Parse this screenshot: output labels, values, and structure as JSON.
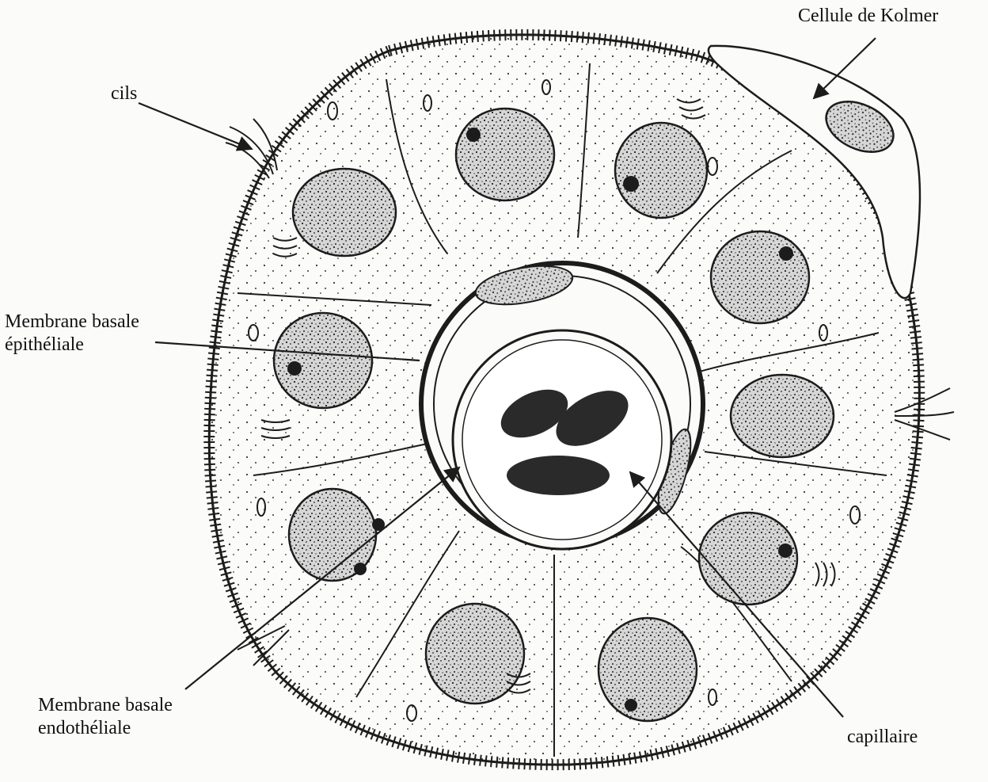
{
  "labels": {
    "cils": "cils",
    "kolmer": "Cellule de Kolmer",
    "membrane_epitheliale": [
      "Membrane basale",
      "épithéliale"
    ],
    "membrane_endotheliale": [
      "Membrane basale",
      "endothéliale"
    ],
    "capillaire": "capillaire"
  },
  "colors": {
    "ink": "#1c1c1c",
    "nucleus_fill": "#cfcfcf",
    "erythrocyte": "#2a2a2a",
    "cytoplasm": "#fbfbfa"
  }
}
